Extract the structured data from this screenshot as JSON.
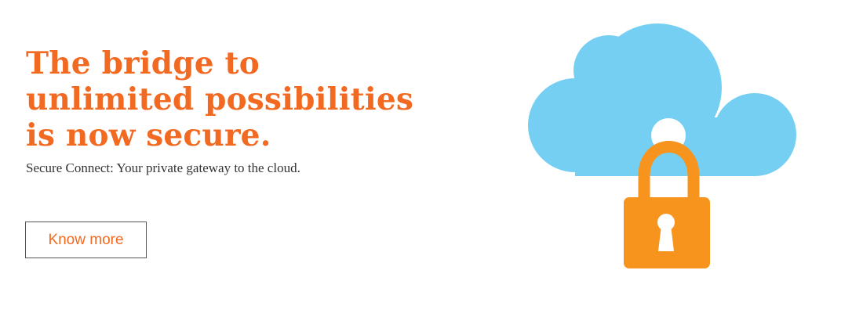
{
  "hero": {
    "headline_lines": [
      "The bridge to",
      "unlimited possibilities",
      "is now secure."
    ],
    "subtext": "Secure Connect: Your private gateway to the cloud.",
    "cta_label": "Know more"
  },
  "illustration": {
    "icons": [
      "cloud-icon",
      "padlock-icon",
      "keyhole-icon"
    ]
  },
  "colors": {
    "accent": "#f26a21",
    "cloud": "#74cff2",
    "padlock": "#f7941e",
    "text": "#333333",
    "background": "#ffffff"
  }
}
